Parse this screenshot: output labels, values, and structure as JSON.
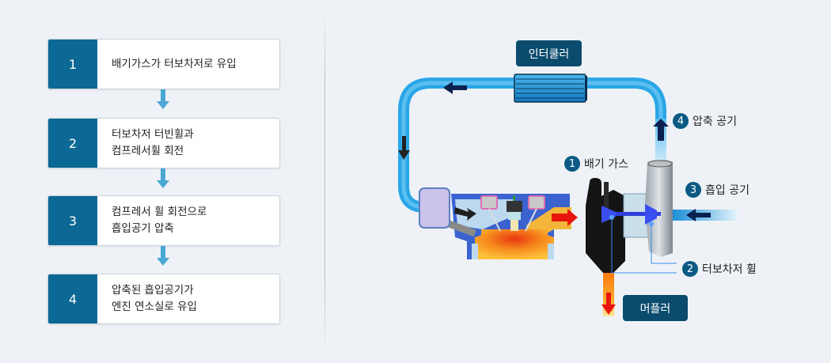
{
  "steps": [
    {
      "number": "1",
      "lines": [
        "배기가스가 터보차저로 유입"
      ]
    },
    {
      "number": "2",
      "lines": [
        "터보차저 터빈휠과",
        "컴프레서휠 회전"
      ]
    },
    {
      "number": "3",
      "lines": [
        "컴프레서 휠 회전으로",
        "흡입공기 압축"
      ]
    },
    {
      "number": "4",
      "lines": [
        "압축된 흡입공기가",
        "엔진 연소실로 유입"
      ]
    }
  ],
  "diagram": {
    "intercooler_label": "인터쿨러",
    "muffler_label": "머플러",
    "callouts": [
      {
        "number": "1",
        "label": "배기 가스"
      },
      {
        "number": "2",
        "label": "터보차저 휠"
      },
      {
        "number": "3",
        "label": "흡입 공기"
      },
      {
        "number": "4",
        "label": "압축 공기"
      }
    ]
  },
  "colors": {
    "step_number_bg": "#0c6894",
    "badge_bg": "#0b4c6e",
    "callout_circle": "#0b5a84",
    "air_pipe": "#3fb4ee",
    "flow_arrow": "#0b2150",
    "exhaust_arrow": "#e8150f",
    "connector_arrow": "#4ba7d4"
  }
}
